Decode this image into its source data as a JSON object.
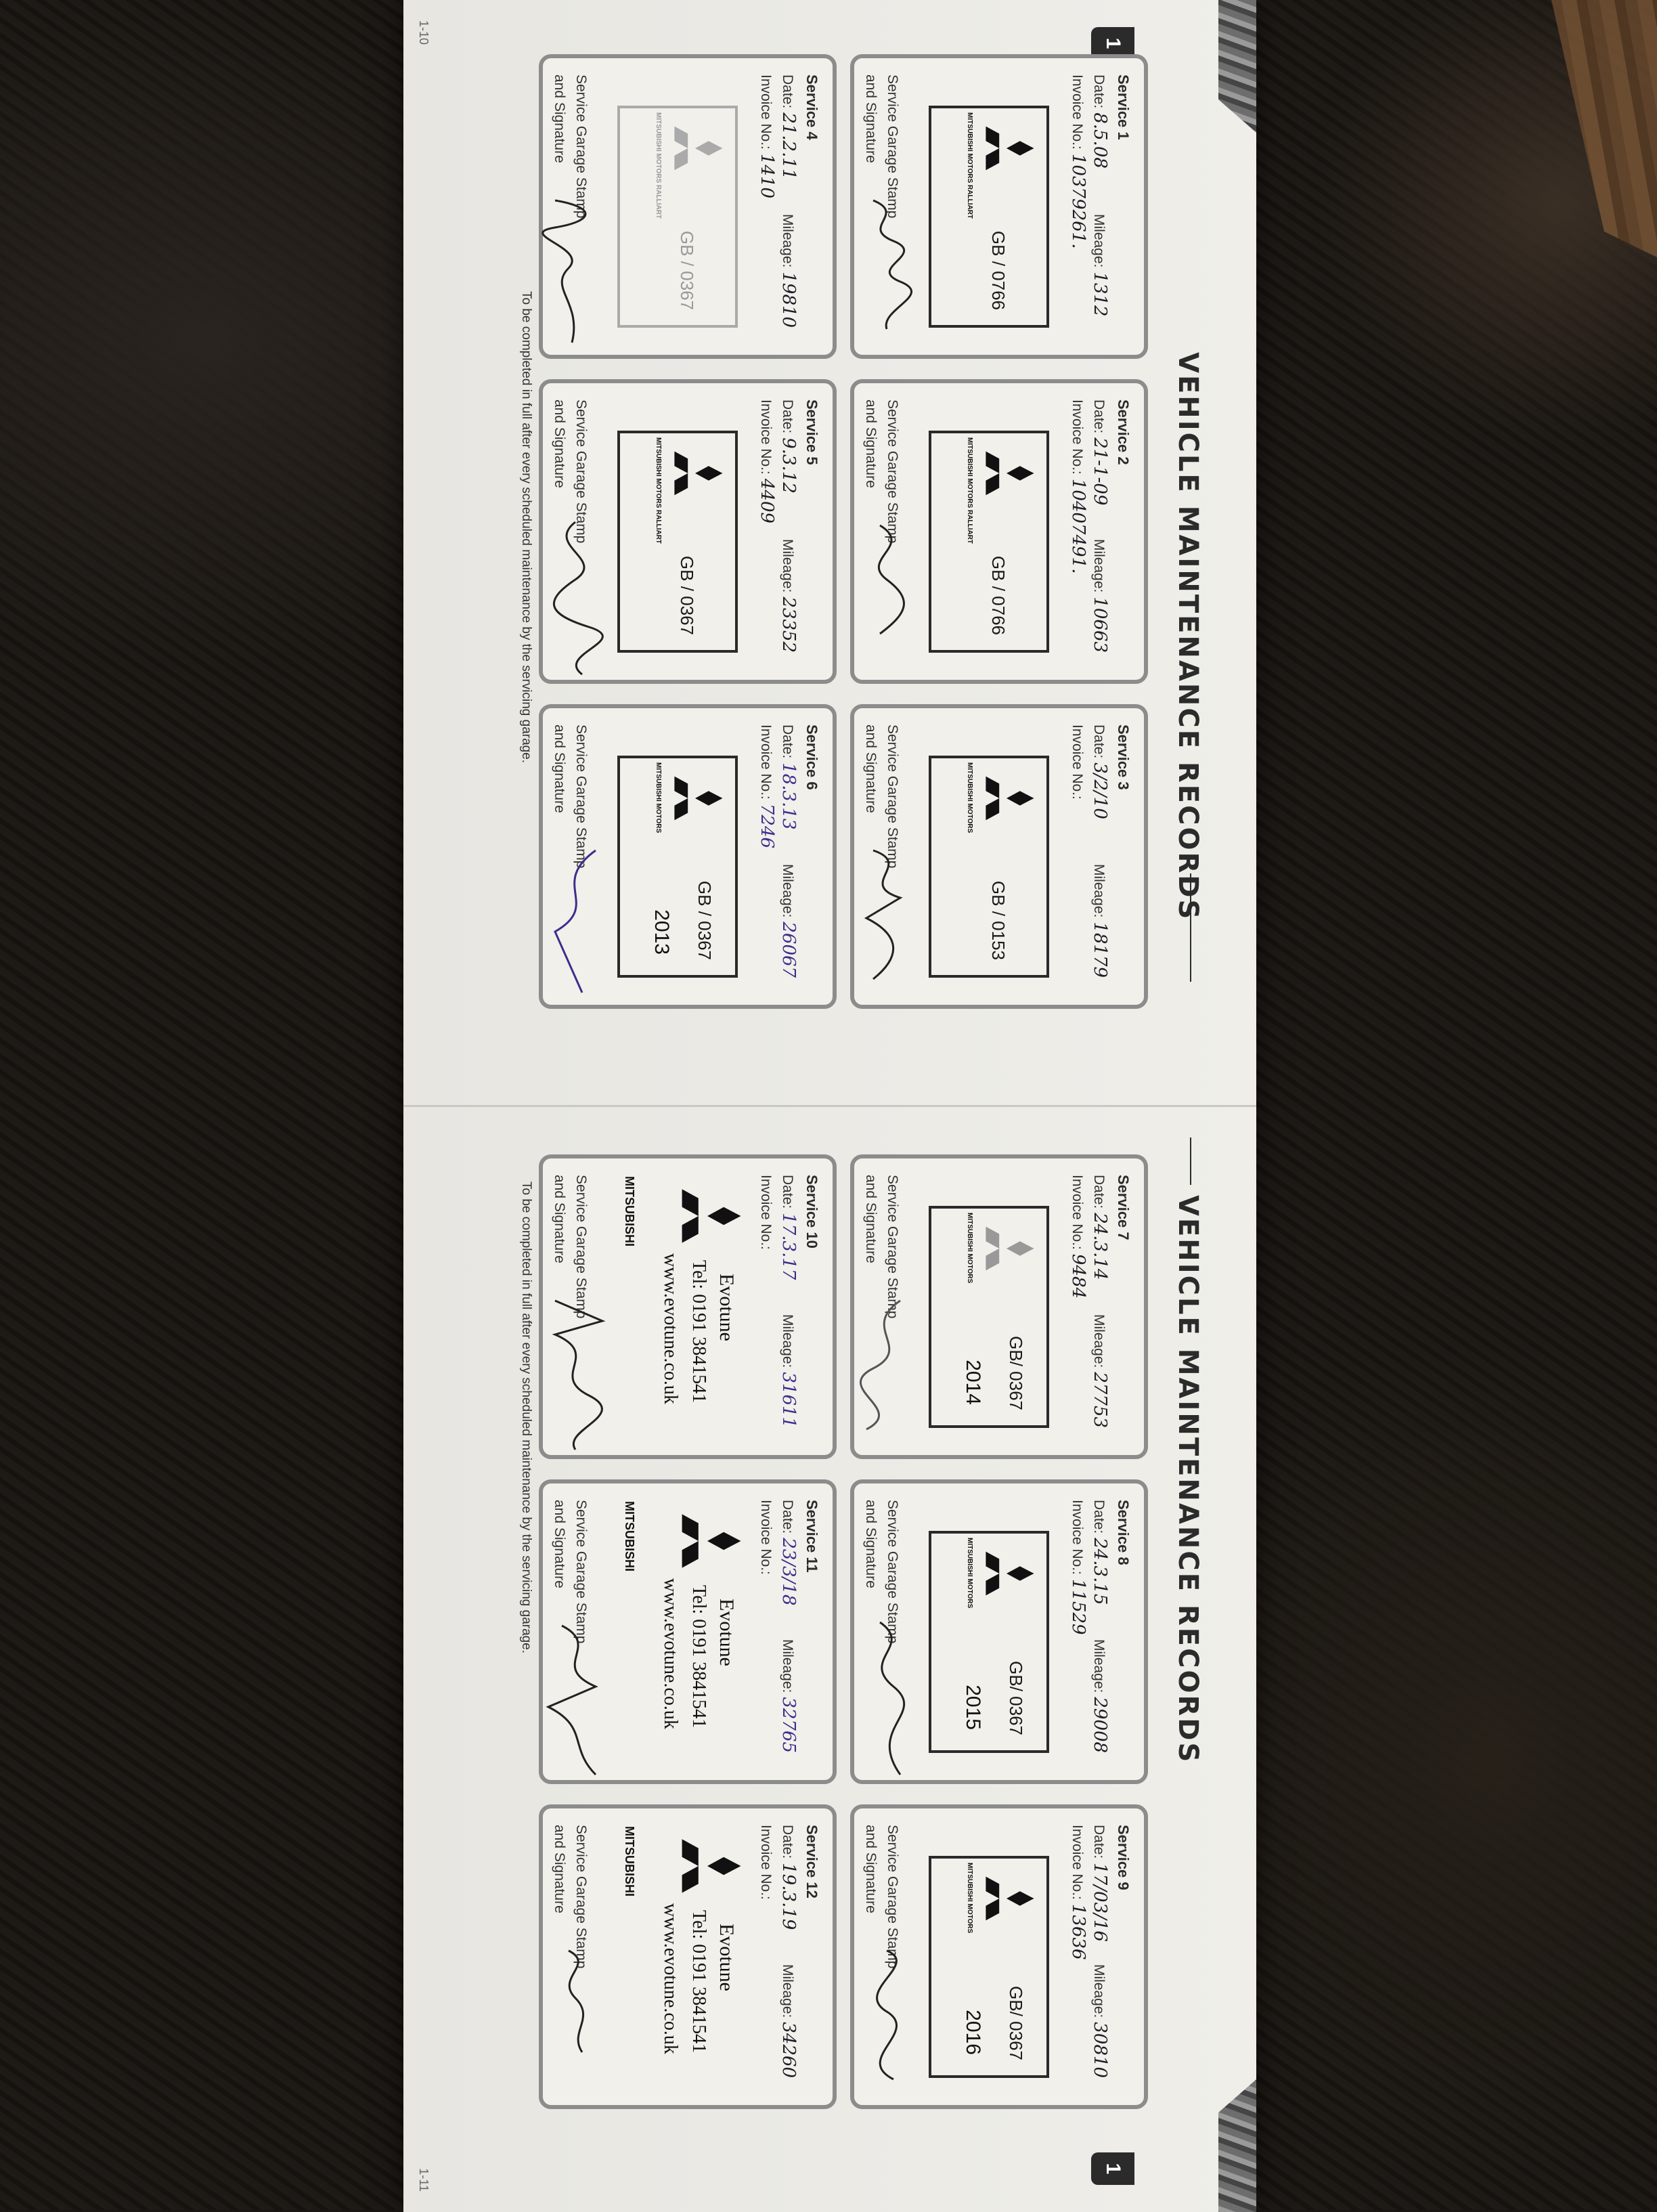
{
  "booklet": {
    "left_title": "VEHICLE MAINTENANCE RECORDS",
    "right_title": "VEHICLE MAINTENANCE RECORDS",
    "tab_left": "1",
    "tab_right": "1",
    "footer_left": "To be completed in full after every scheduled maintenance by the servicing garage.",
    "footer_right": "To be completed in full after every scheduled maintenance by the servicing garage.",
    "page_left": "1-10",
    "page_right": "1-11"
  },
  "labels": {
    "date": "Date:",
    "mileage": "Mileage:",
    "invoice": "Invoice No.:",
    "stamp": "Service Garage Stamp",
    "signature": "and Signature"
  },
  "services": [
    {
      "title": "Service 1",
      "date": "8.5.08",
      "mileage": "1312",
      "invoice": "10379261.",
      "stamp": "GB / 0766",
      "logo_text": "MITSUBISHI MOTORS RALLIART"
    },
    {
      "title": "Service 2",
      "date": "21-1-09",
      "mileage": "10663",
      "invoice": "10407491.",
      "stamp": "GB / 0766",
      "logo_text": "MITSUBISHI MOTORS RALLIART"
    },
    {
      "title": "Service 3",
      "date": "3/2/10",
      "mileage": "18179",
      "invoice": "",
      "stamp": "GB / 0153",
      "logo_text": "MITSUBISHI MOTORS"
    },
    {
      "title": "Service 4",
      "date": "21.2.11",
      "mileage": "19810",
      "invoice": "1410",
      "stamp": "GB / 0367",
      "logo_text": "MITSUBISHI MOTORS RALLIART"
    },
    {
      "title": "Service 5",
      "date": "9.3.12",
      "mileage": "23352",
      "invoice": "4409",
      "stamp": "GB / 0367",
      "logo_text": "MITSUBISHI MOTORS RALLIART"
    },
    {
      "title": "Service 6",
      "date": "18.3.13",
      "mileage": "26067",
      "invoice": "7246",
      "stamp": "GB / 0367",
      "year": "2013",
      "logo_text": "MITSUBISHI MOTORS"
    },
    {
      "title": "Service 7",
      "date": "24.3.14",
      "mileage": "27753",
      "invoice": "9484",
      "stamp": "GB/ 0367",
      "year": "2014",
      "logo_text": "MITSUBISHI MOTORS"
    },
    {
      "title": "Service 8",
      "date": "24.3.15",
      "mileage": "29008",
      "invoice": "11529",
      "stamp": "GB/ 0367",
      "year": "2015",
      "logo_text": "MITSUBISHI MOTORS"
    },
    {
      "title": "Service 9",
      "date": "17/03/16",
      "mileage": "30810",
      "invoice": "13636",
      "stamp": "GB/ 0367",
      "year": "2016",
      "logo_text": "MITSUBISHI MOTORS"
    },
    {
      "title": "Service 10",
      "date": "17.3.17",
      "mileage": "31611",
      "invoice": "",
      "evotune": {
        "name": "Evotune",
        "tel": "Tel: 0191 3841541",
        "web": "www.evotune.co.uk"
      },
      "brand": "MITSUBISHI"
    },
    {
      "title": "Service 11",
      "date": "23/3/18",
      "mileage": "32765",
      "invoice": "",
      "evotune": {
        "name": "Evotune",
        "tel": "Tel: 0191 3841541",
        "web": "www.evotune.co.uk"
      },
      "brand": "MITSUBISHI"
    },
    {
      "title": "Service 12",
      "date": "19.3.19",
      "mileage": "34260",
      "invoice": "",
      "evotune": {
        "name": "Evotune",
        "tel": "Tel: 0191 3841541",
        "web": "www.evotune.co.uk"
      },
      "brand": "MITSUBISHI"
    }
  ],
  "colors": {
    "ink_blue": "#3b2f8a",
    "box_border": "#8c8c8c",
    "paper": "#ecebe6"
  }
}
